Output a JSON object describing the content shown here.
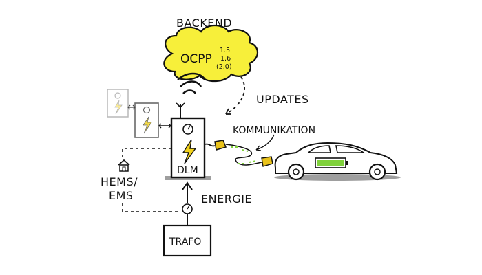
{
  "backend": {
    "title": "BACKEND",
    "protocol": "OCPP",
    "versions": [
      "1.5",
      "1.6",
      "(2.0)"
    ]
  },
  "labels": {
    "updates": "UPDATES",
    "kommunikation": "KOMMUNIKATION",
    "energie": "ENERGIE",
    "hems_line1": "HEMS/",
    "hems_line2": "EMS",
    "dlm": "DLM",
    "trafo": "TRAFO"
  },
  "icons": {
    "cloud": "cloud-icon",
    "antenna": "antenna-icon",
    "lightning": "lightning-icon",
    "meter": "meter-gauge-icon",
    "house": "house-icon",
    "car": "electric-car-icon",
    "battery": "battery-icon"
  },
  "colors": {
    "cloud_fill": "#f7ef3a",
    "lightning": "#f2d21b",
    "plug": "#e9c21a",
    "battery": "#7fd13b",
    "signal_dashes": "#7fd13b",
    "ground_shadow": "#9e9e9e",
    "outline": "#111111"
  }
}
